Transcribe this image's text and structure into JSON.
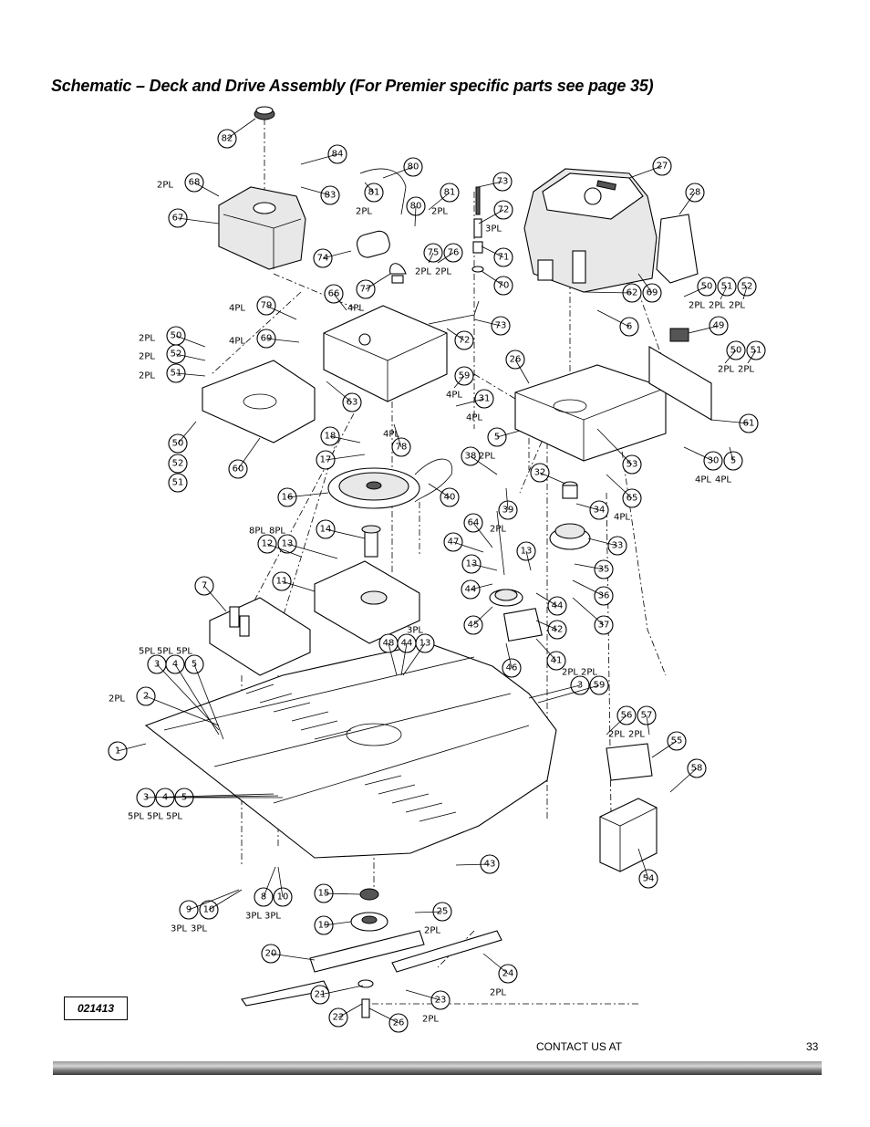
{
  "page": {
    "title": "Schematic – Deck and Drive Assembly (For Premier specific parts see page 35)",
    "drawing_code": "021413",
    "footer_contact": "CONTACT US AT",
    "page_number": "33"
  },
  "callouts": [
    {
      "n": "82"
    },
    {
      "n": "84"
    },
    {
      "n": "80"
    },
    {
      "n": "73"
    },
    {
      "n": "27"
    },
    {
      "n": "68",
      "q": "2PL"
    },
    {
      "n": "83"
    },
    {
      "n": "81",
      "q": "2PL"
    },
    {
      "n": "81",
      "q": "2PL"
    },
    {
      "n": "28"
    },
    {
      "n": "67"
    },
    {
      "n": "80"
    },
    {
      "n": "72",
      "q": "3PL"
    },
    {
      "n": "74"
    },
    {
      "n": "75",
      "q": "2PL"
    },
    {
      "n": "76",
      "q": "2PL"
    },
    {
      "n": "71"
    },
    {
      "n": "77",
      "q": "4PL"
    },
    {
      "n": "70"
    },
    {
      "n": "62"
    },
    {
      "n": "69"
    },
    {
      "n": "66"
    },
    {
      "n": "50",
      "q": "2PL"
    },
    {
      "n": "51",
      "q": "2PL"
    },
    {
      "n": "52",
      "q": "2PL"
    },
    {
      "n": "79",
      "q": "4PL"
    },
    {
      "n": "73"
    },
    {
      "n": "6"
    },
    {
      "n": "49"
    },
    {
      "n": "50",
      "q": "2PL"
    },
    {
      "n": "69",
      "q": "4PL"
    },
    {
      "n": "72"
    },
    {
      "n": "52",
      "q": "2PL"
    },
    {
      "n": "26"
    },
    {
      "n": "50",
      "q": "2PL"
    },
    {
      "n": "51",
      "q": "2PL"
    },
    {
      "n": "51",
      "q": "2PL"
    },
    {
      "n": "59",
      "q": "4PL"
    },
    {
      "n": "63"
    },
    {
      "n": "31",
      "q": "4PL"
    },
    {
      "n": "61"
    },
    {
      "n": "18"
    },
    {
      "n": "5",
      "q": "2PL"
    },
    {
      "n": "50"
    },
    {
      "n": "78",
      "q": "4PL"
    },
    {
      "n": "17"
    },
    {
      "n": "30",
      "q": "4PL"
    },
    {
      "n": "5",
      "q": "4PL"
    },
    {
      "n": "38"
    },
    {
      "n": "53"
    },
    {
      "n": "52"
    },
    {
      "n": "60"
    },
    {
      "n": "32"
    },
    {
      "n": "51"
    },
    {
      "n": "40"
    },
    {
      "n": "65",
      "q": "4PL"
    },
    {
      "n": "16"
    },
    {
      "n": "39",
      "q": "2PL"
    },
    {
      "n": "34"
    },
    {
      "n": "64"
    },
    {
      "n": "14"
    },
    {
      "n": "47"
    },
    {
      "n": "12",
      "q": "8PL"
    },
    {
      "n": "13",
      "q": "8PL"
    },
    {
      "n": "13"
    },
    {
      "n": "33"
    },
    {
      "n": "13"
    },
    {
      "n": "35"
    },
    {
      "n": "7"
    },
    {
      "n": "11"
    },
    {
      "n": "44"
    },
    {
      "n": "36"
    },
    {
      "n": "44"
    },
    {
      "n": "45"
    },
    {
      "n": "42"
    },
    {
      "n": "37"
    },
    {
      "n": "48"
    },
    {
      "n": "44"
    },
    {
      "n": "13",
      "q": "3PL"
    },
    {
      "n": "3",
      "q": "5PL"
    },
    {
      "n": "4",
      "q": "5PL"
    },
    {
      "n": "5",
      "q": "5PL"
    },
    {
      "n": "41"
    },
    {
      "n": "46"
    },
    {
      "n": "3",
      "q": "2PL"
    },
    {
      "n": "59",
      "q": "2PL"
    },
    {
      "n": "2",
      "q": "2PL"
    },
    {
      "n": "56",
      "q": "2PL"
    },
    {
      "n": "57",
      "q": "2PL"
    },
    {
      "n": "55"
    },
    {
      "n": "1"
    },
    {
      "n": "58"
    },
    {
      "n": "3",
      "q": "5PL"
    },
    {
      "n": "4",
      "q": "5PL"
    },
    {
      "n": "5",
      "q": "5PL"
    },
    {
      "n": "43"
    },
    {
      "n": "54"
    },
    {
      "n": "15"
    },
    {
      "n": "9",
      "q": "3PL"
    },
    {
      "n": "10",
      "q": "3PL"
    },
    {
      "n": "8",
      "q": "3PL"
    },
    {
      "n": "10",
      "q": "3PL"
    },
    {
      "n": "25",
      "q": "2PL"
    },
    {
      "n": "19"
    },
    {
      "n": "20"
    },
    {
      "n": "24",
      "q": "2PL"
    },
    {
      "n": "21"
    },
    {
      "n": "23",
      "q": "2PL"
    },
    {
      "n": "22"
    },
    {
      "n": "26"
    }
  ]
}
